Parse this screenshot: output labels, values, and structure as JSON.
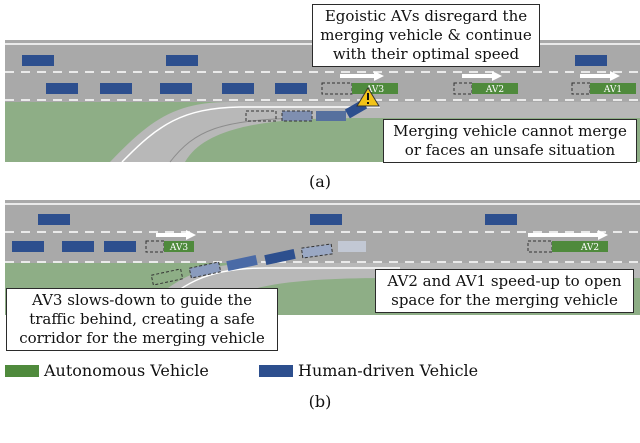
{
  "panel_a": {
    "caption": "(a)",
    "callout_top": [
      "Egoistic AVs disregard the",
      "merging vehicle & continue",
      "with their optimal speed"
    ],
    "callout_bottom": [
      "Merging vehicle cannot merge",
      "or faces an unsafe situation"
    ],
    "av_labels": [
      "AV3",
      "AV2",
      "AV1"
    ]
  },
  "panel_b": {
    "caption": "(b)",
    "callout_left": [
      "AV3 slows-down to guide the",
      "traffic behind, creating a safe",
      "corridor for the merging vehicle"
    ],
    "callout_right": [
      "AV2 and AV1 speed-up to open",
      "space for the merging vehicle"
    ],
    "av_labels": [
      "AV3",
      "AV2"
    ]
  },
  "legend": {
    "items": [
      {
        "label": "Autonomous Vehicle",
        "color": "#4f8a3c"
      },
      {
        "label": "Human-driven Vehicle",
        "color": "#2d4f8e"
      }
    ]
  },
  "colors": {
    "road": "#a9a9a9",
    "grass": "#8eae86",
    "ramp": "#b8b8b8",
    "human_vehicle": "#2d4f8e",
    "autonomous_vehicle": "#4f8a3c",
    "warning": "#f2c318"
  },
  "icons": {
    "warning": "warning-triangle-icon",
    "arrow": "right-arrow-icon"
  }
}
